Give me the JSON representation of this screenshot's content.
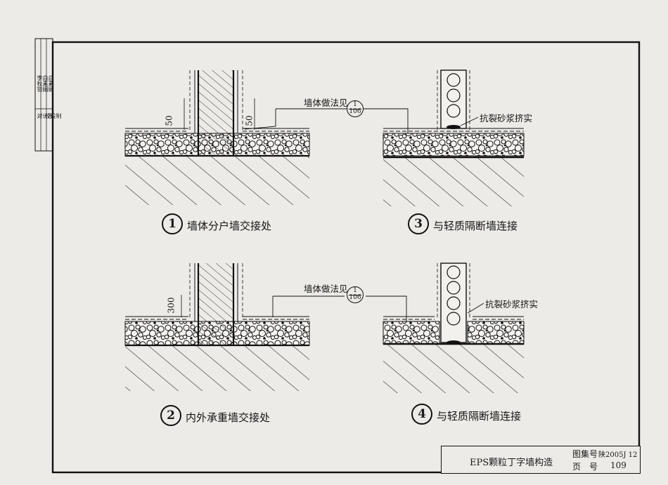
{
  "details": [
    {
      "number": "1",
      "caption": "墙体分户墙交接处"
    },
    {
      "number": "2",
      "caption": "内外承重墙交接处"
    },
    {
      "number": "3",
      "caption": "与轻质隔断墙连接"
    },
    {
      "number": "4",
      "caption": "与轻质隔断墙连接"
    }
  ],
  "annotations": {
    "wall_ref_label": "墙体做法见",
    "ref_top": "1",
    "ref_bottom": "106",
    "crack_mortar": "抗裂砂浆挤实",
    "dim_50": "50",
    "dim_300": "300"
  },
  "stamp": {
    "roles": [
      "校",
      "对",
      "设",
      "计",
      "制",
      "图"
    ],
    "names": [
      "李秋锁",
      "白素娟",
      "白素娟"
    ]
  },
  "title_block": {
    "title": "EPS颗粒丁字墙构造",
    "atlas_label": "图集号",
    "atlas_value": "陕2005J 12",
    "page_label": "页　号",
    "page_value": "109"
  }
}
